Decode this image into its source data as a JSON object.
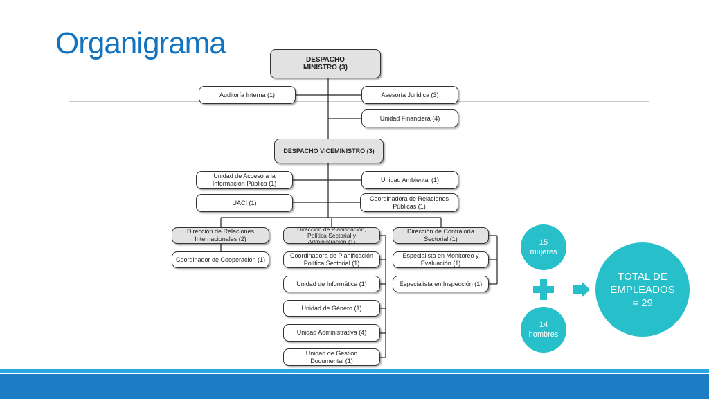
{
  "title": "Organigrama",
  "org": {
    "despacho_ministro": "DESPACHO MINISTRO (3)",
    "auditoria": "Auditoría Interna (1)",
    "asesoria": "Asesoría Jurídica (3)",
    "financiera": "Unidad Financiera (4)",
    "viceministro": "DESPACHO VICEMINISTRO (3)",
    "acceso_info": "Unidad de Acceso a la Información Pública (1)",
    "ambiental": "Unidad Ambiental (1)",
    "uaci": "UACI (1)",
    "relaciones_publicas": "Coordinadora de Relaciones Públicas (1)",
    "dir_relaciones": "Dirección de Relaciones Internacionales (2)",
    "dir_planificacion": "Dirección de Planificación, Política Sectorial y Administración (1)",
    "dir_contraloria": "Dirección de Contraloría Sectorial (1)",
    "coord_cooperacion": "Coordinador de Cooperación (1)",
    "coord_planificacion": "Coordinadora de Planificación Política Sectorial (1)",
    "informatica": "Unidad de Informática (1)",
    "genero": "Unidad de Género (1)",
    "administrativa": "Unidad Administrativa (4)",
    "gestion_documental": "Unidad de Gestión Documental (1)",
    "esp_monitoreo": "Especialista en Monitoreo y Evaluación (1)",
    "esp_inspeccion": "Especialista en Inspección (1)"
  },
  "summary": {
    "mujeres": "15 mujeres",
    "hombres": "14 hombres",
    "total": "TOTAL DE EMPLEADOS = 29"
  },
  "colors": {
    "title": "#1273c0",
    "circle": "#27bfca",
    "footer": "#1c7cc4"
  }
}
